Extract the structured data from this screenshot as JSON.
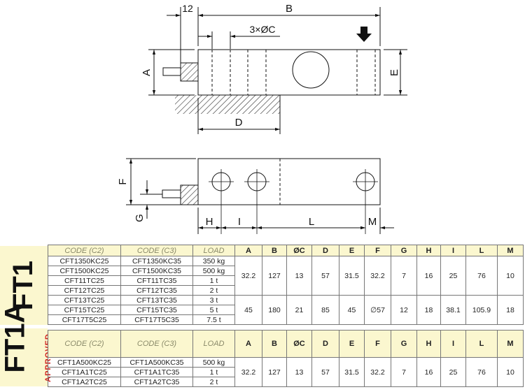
{
  "drawing": {
    "top_view": {
      "dim_12": "12",
      "dim_B": "B",
      "dim_3xC": "3×ØC",
      "dim_A": "A",
      "dim_E": "E",
      "dim_D": "D"
    },
    "side_view": {
      "dim_F": "F",
      "dim_G": "G",
      "dim_H": "H",
      "dim_I": "I",
      "dim_L": "L",
      "dim_M": "M"
    }
  },
  "headers": [
    "CODE (C2)",
    "CODE (C3)",
    "LOAD",
    "A",
    "B",
    "ØC",
    "D",
    "E",
    "F",
    "G",
    "H",
    "I",
    "L",
    "M"
  ],
  "ft1": {
    "label": "FT1",
    "rows": [
      [
        "CFT1350KC25",
        "CFT1350KC35",
        "350 kg"
      ],
      [
        "CFT1500KC25",
        "CFT1500KC35",
        "500 kg"
      ],
      [
        "CFT11TC25",
        "CFT11TC35",
        "1 t"
      ],
      [
        "CFT12TC25",
        "CFT12TC35",
        "2 t"
      ],
      [
        "CFT13TC25",
        "CFT13TC35",
        "3 t"
      ],
      [
        "CFT15TC25",
        "CFT15TC35",
        "5 t"
      ],
      [
        "CFT17T5C25",
        "CFT17T5C35",
        "7.5 t"
      ]
    ],
    "dims": [
      [
        "32.2",
        "127",
        "13",
        "57",
        "31.5",
        "32.2",
        "7",
        "16",
        "25",
        "76",
        "10"
      ],
      [
        "45",
        "180",
        "21",
        "85",
        "45",
        "∅57",
        "12",
        "18",
        "38.1",
        "105.9",
        "18"
      ]
    ]
  },
  "ft1a": {
    "label": "FT1A",
    "badge": "APPROVED",
    "rows": [
      [
        "CFT1A500KC25",
        "CFT1A500KC35",
        "500 kg"
      ],
      [
        "CFT1A1TC25",
        "CFT1A1TC35",
        "1 t"
      ],
      [
        "CFT1A2TC25",
        "CFT1A2TC35",
        "2 t"
      ]
    ],
    "dims": [
      [
        "32.2",
        "127",
        "13",
        "57",
        "31.5",
        "32.2",
        "7",
        "16",
        "25",
        "76",
        "10"
      ]
    ]
  },
  "colors": {
    "label_bg": "#fbf7cf",
    "approved": "#d0201c"
  }
}
